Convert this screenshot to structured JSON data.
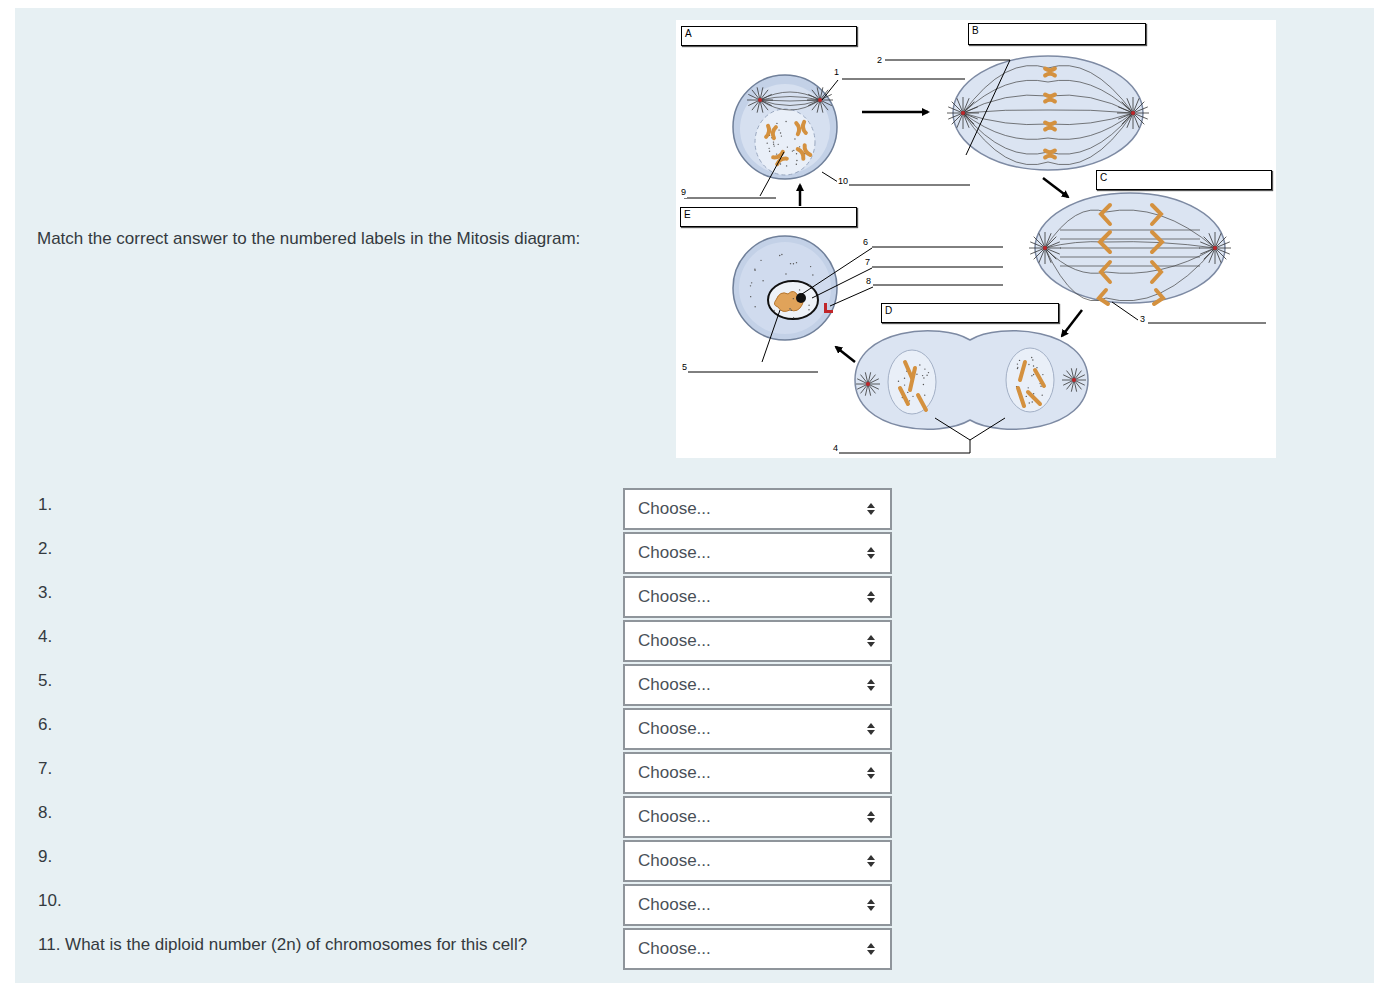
{
  "diagram": {
    "title": "Match the correct answer to the numbered labels in the Mitosis diagram:",
    "nodes": [
      {
        "text": [
          "A"
        ]
      },
      {
        "text": [
          "B"
        ]
      },
      {
        "text": [
          "C"
        ]
      },
      {
        "text": [
          "E"
        ]
      },
      {
        "text": [
          "D"
        ]
      },
      {
        "text": [
          "Choose..."
        ]
      },
      {
        "text": [
          "Choose..."
        ]
      },
      {
        "text": [
          "Choose..."
        ]
      },
      {
        "text": [
          "Choose..."
        ]
      },
      {
        "text": [
          "Choose..."
        ]
      },
      {
        "text": [
          "Choose..."
        ]
      },
      {
        "text": [
          "Choose..."
        ]
      },
      {
        "text": [
          "Choose..."
        ]
      },
      {
        "text": [
          "Choose..."
        ]
      },
      {
        "text": [
          "Choose..."
        ]
      },
      {
        "text": [
          "Choose..."
        ]
      }
    ],
    "labels": [
      "1",
      "2",
      "3",
      "4",
      "5",
      "6",
      "7",
      "8",
      "9",
      "10",
      "1.",
      "2.",
      "3.",
      "4.",
      "5.",
      "6.",
      "7.",
      "8.",
      "9.",
      "10.",
      "11. What is the diploid number (2n) of chromosomes for this cell?"
    ]
  }
}
